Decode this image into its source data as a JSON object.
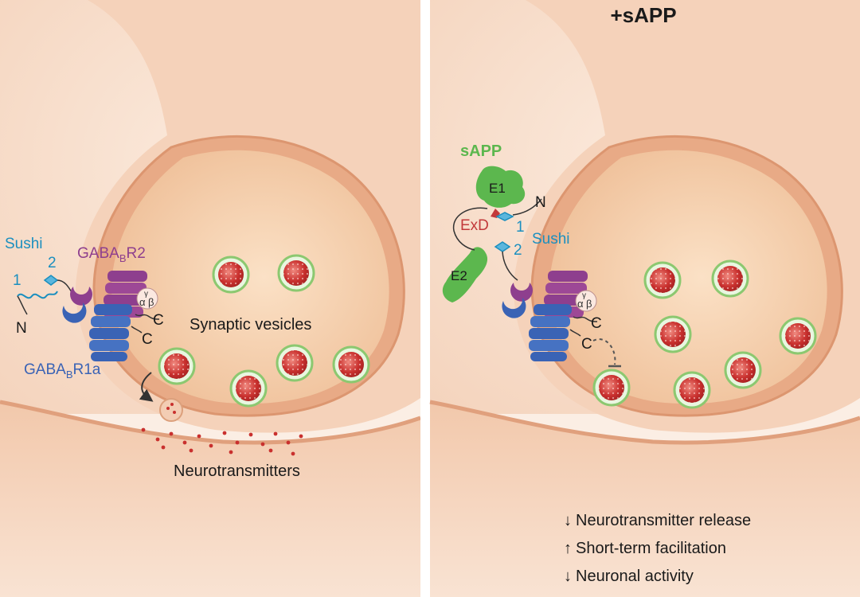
{
  "header": {
    "condition_label": "+sAPP"
  },
  "left_panel": {
    "sushi_label": "Sushi",
    "domain_1": "1",
    "domain_2": "2",
    "n_terminus": "N",
    "receptor_r2_base": "GABA",
    "receptor_r2_sub": "B",
    "receptor_r2_suffix": "R2",
    "receptor_r1a_base": "GABA",
    "receptor_r1a_sub": "B",
    "receptor_r1a_suffix": "R1a",
    "alpha": "α",
    "beta": "β",
    "gamma": "γ",
    "c_terminus_1": "C",
    "c_terminus_2": "C",
    "vesicles_label": "Synaptic vesicles",
    "neurotransmitters_label": "Neurotransmitters"
  },
  "right_panel": {
    "sapp_label": "sAPP",
    "e1_label": "E1",
    "e2_label": "E2",
    "exd_label": "ExD",
    "n_terminus": "N",
    "domain_1": "1",
    "domain_2": "2",
    "sushi_label": "Sushi",
    "alpha": "α",
    "beta": "β",
    "gamma": "γ",
    "c_terminus_1": "C",
    "c_terminus_2": "C",
    "effects": [
      {
        "arrow": "↓",
        "text": "Neurotransmitter release"
      },
      {
        "arrow": "↑",
        "text": "Short-term facilitation"
      },
      {
        "arrow": "↓",
        "text": "Neuronal activity"
      }
    ]
  },
  "colors": {
    "tissue_light": "#f8dcc8",
    "tissue_mid": "#eeb896",
    "membrane": "#e3a584",
    "interior": "#f7d6b6",
    "sushi_blue": "#1b8fbf",
    "gaba_r2_purple": "#8e3f8e",
    "gaba_r1a_blue": "#3a63b5",
    "sapp_green": "#5cb74e",
    "exd_red": "#c2393a",
    "vesicle_rim": "#8cc870",
    "vesicle_core": "#c9302e"
  }
}
